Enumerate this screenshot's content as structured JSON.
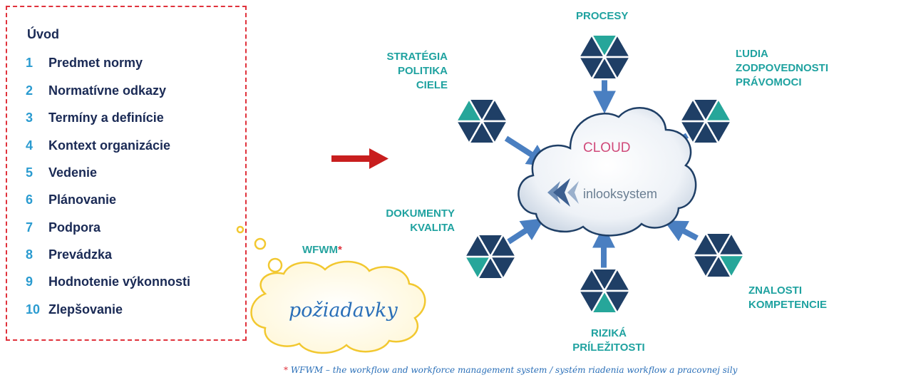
{
  "toc": {
    "title": "Úvod",
    "items": [
      {
        "num": "1",
        "label": "Predmet normy"
      },
      {
        "num": "2",
        "label": "Normatívne odkazy"
      },
      {
        "num": "3",
        "label": "Termíny a definície"
      },
      {
        "num": "4",
        "label": "Kontext organizácie"
      },
      {
        "num": "5",
        "label": "Vedenie"
      },
      {
        "num": "6",
        "label": "Plánovanie"
      },
      {
        "num": "7",
        "label": "Podpora"
      },
      {
        "num": "8",
        "label": "Prevádzka"
      },
      {
        "num": "9",
        "label": "Hodnotenie výkonnosti"
      },
      {
        "num": "10",
        "label": "Zlepšovanie"
      }
    ]
  },
  "bubble": {
    "tag": "WFWM",
    "tag_star": "*",
    "text": "požiadavky"
  },
  "hub": {
    "cloud_label": "CLOUD",
    "logo_text": "inlooksystem"
  },
  "spokes": {
    "procesy": [
      "PROCESY"
    ],
    "strategia": [
      "STRATÉGIA",
      "POLITIKA",
      "CIELE"
    ],
    "ludia": [
      "ĽUDIA",
      "ZODPOVEDNOSTI",
      "PRÁVOMOCI"
    ],
    "dokumenty": [
      "DOKUMENTY",
      "KVALITA"
    ],
    "rizika": [
      "RIZIKÁ",
      "PRÍLEŽITOSTI"
    ],
    "znalosti": [
      "ZNALOSTI",
      "KOMPETENCIE"
    ]
  },
  "footnote": {
    "star": "*",
    "text": "WFWM – the workflow and workforce management system / systém riadenia workflow a pracovnej sily"
  },
  "colors": {
    "hex_dark": "#1f3f66",
    "hex_teal": "#26a69a",
    "arrow_blue": "#4a7fc1",
    "red_arrow": "#c81e1e",
    "label_teal": "#1fa2a0",
    "toc_border": "#e0323c"
  }
}
